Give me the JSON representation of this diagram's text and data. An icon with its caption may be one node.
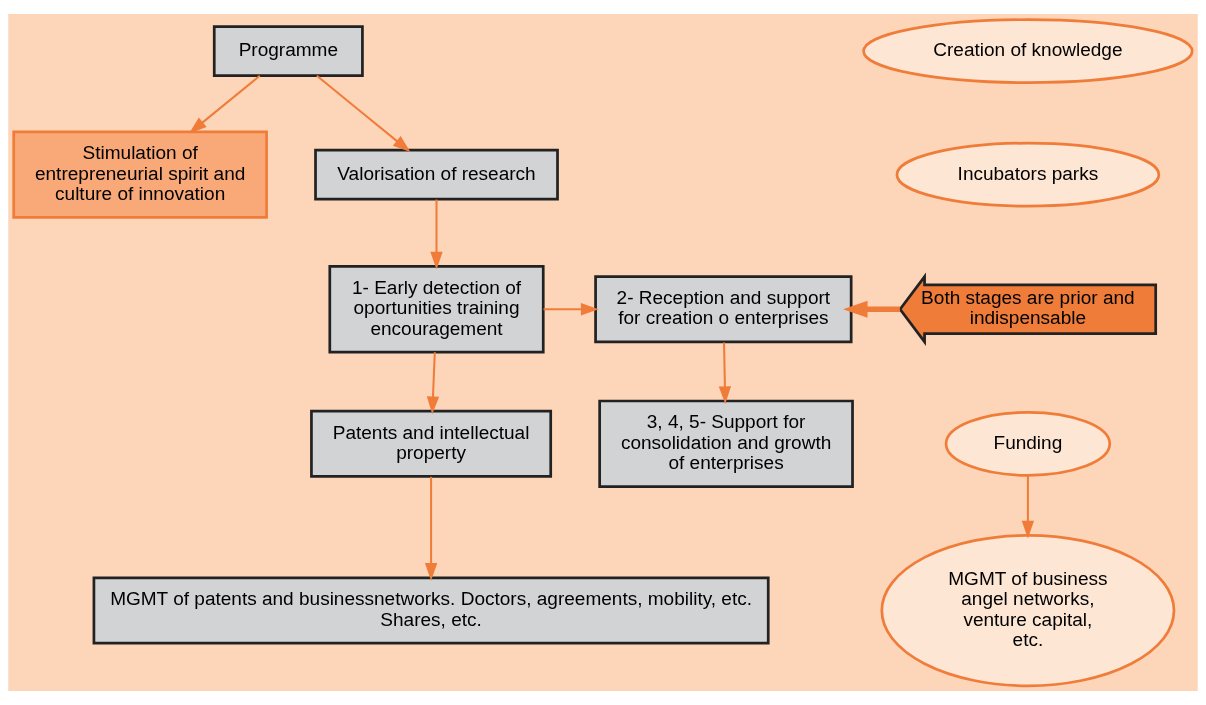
{
  "diagram": {
    "nodes": [
      {
        "text": [
          "Programme"
        ]
      },
      {
        "text": [
          "Stimulation of entrepreneurial spirit and culture of innovation"
        ]
      },
      {
        "text": [
          "Valorisation of research"
        ]
      },
      {
        "text": [
          "1- Early detection of oportunities training encouragement"
        ]
      },
      {
        "text": [
          "2- Reception and support for creation o enterprises"
        ]
      },
      {
        "text": [
          "Both stages are prior and indispensable"
        ]
      },
      {
        "text": [
          "Creation of knowledge"
        ]
      },
      {
        "text": [
          "Incubators parks"
        ]
      },
      {
        "text": [
          "Patents and intellectual property"
        ]
      },
      {
        "text": [
          "3, 4, 5- Support for consolidation and growth of enterprises"
        ]
      },
      {
        "text": [
          "Funding"
        ]
      },
      {
        "text": [
          "MGMT of business angel networks, venture capital, etc."
        ]
      },
      {
        "text": [
          "MGMT of patents and businessnetworks. Doctors, agreements, mobility, etc. Shares, etc."
        ]
      }
    ],
    "edges": [
      {
        "from": 0,
        "to": 1,
        "arrow": "to"
      },
      {
        "from": 0,
        "to": 2,
        "arrow": "to"
      },
      {
        "from": 2,
        "to": 3,
        "arrow": "to"
      },
      {
        "from": 3,
        "to": 4,
        "arrow": "to"
      },
      {
        "from": 5,
        "to": 4,
        "arrow": "to",
        "style": "thick"
      },
      {
        "from": 3,
        "to": 8,
        "arrow": "to"
      },
      {
        "from": 4,
        "to": 9,
        "arrow": "to"
      },
      {
        "from": 10,
        "to": 11,
        "arrow": "to"
      },
      {
        "from": 8,
        "to": 12,
        "arrow": "to"
      }
    ]
  }
}
